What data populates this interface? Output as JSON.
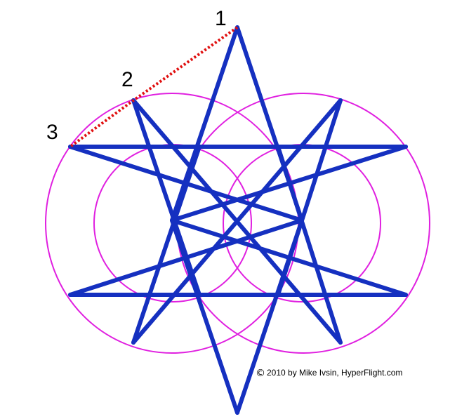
{
  "labels": {
    "point_1": "1",
    "point_2": "2",
    "point_3": "3"
  },
  "credit": {
    "symbol": "©",
    "text": "2010 by Mike Ivsin, HyperFlight.com"
  },
  "colors": {
    "star_lines": "#1530c0",
    "circles": "#e020e0",
    "dotted_line": "#e01010",
    "text": "#000000",
    "background": "#ffffff"
  }
}
